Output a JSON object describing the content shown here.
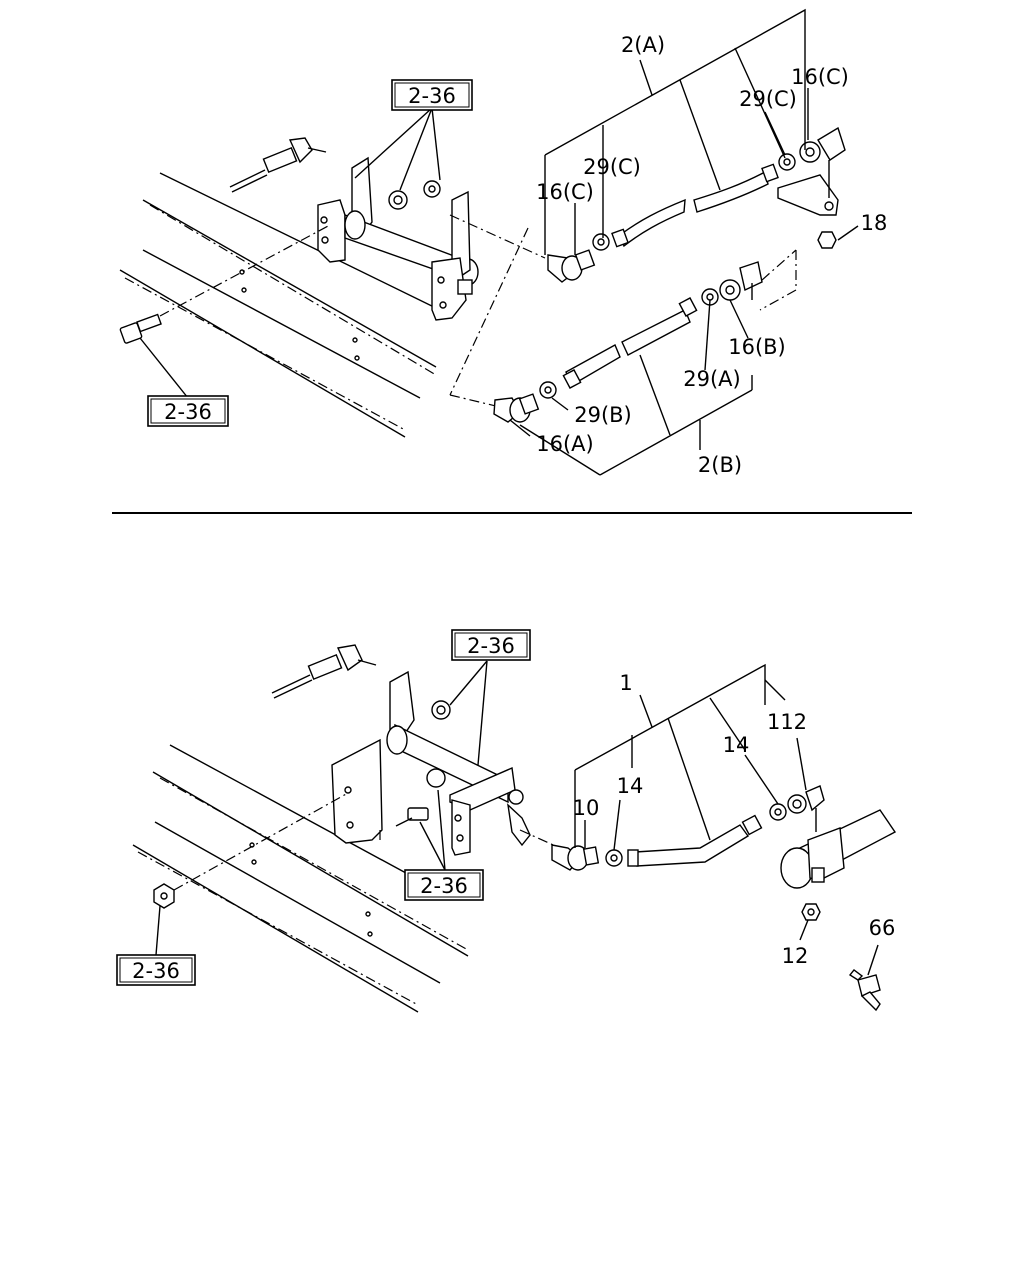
{
  "upper_assembly": {
    "ref_top": "2-36",
    "ref_left": "2-36",
    "callout_2a": "2(A)",
    "callout_2b": "2(B)",
    "callout_29c_upper": "29(C)",
    "callout_29c_mid": "29(C)",
    "callout_16c_upper": "16(C)",
    "callout_16c_mid": "16(C)",
    "callout_18": "18",
    "callout_16b": "16(B)",
    "callout_29a": "29(A)",
    "callout_29b": "29(B)",
    "callout_16a": "16(A)"
  },
  "lower_assembly": {
    "ref_top": "2-36",
    "ref_mid": "2-36",
    "ref_left": "2-36",
    "callout_1": "1",
    "callout_112": "112",
    "callout_14_left": "14",
    "callout_14_right": "14",
    "callout_10": "10",
    "callout_12": "12",
    "callout_66": "66"
  }
}
